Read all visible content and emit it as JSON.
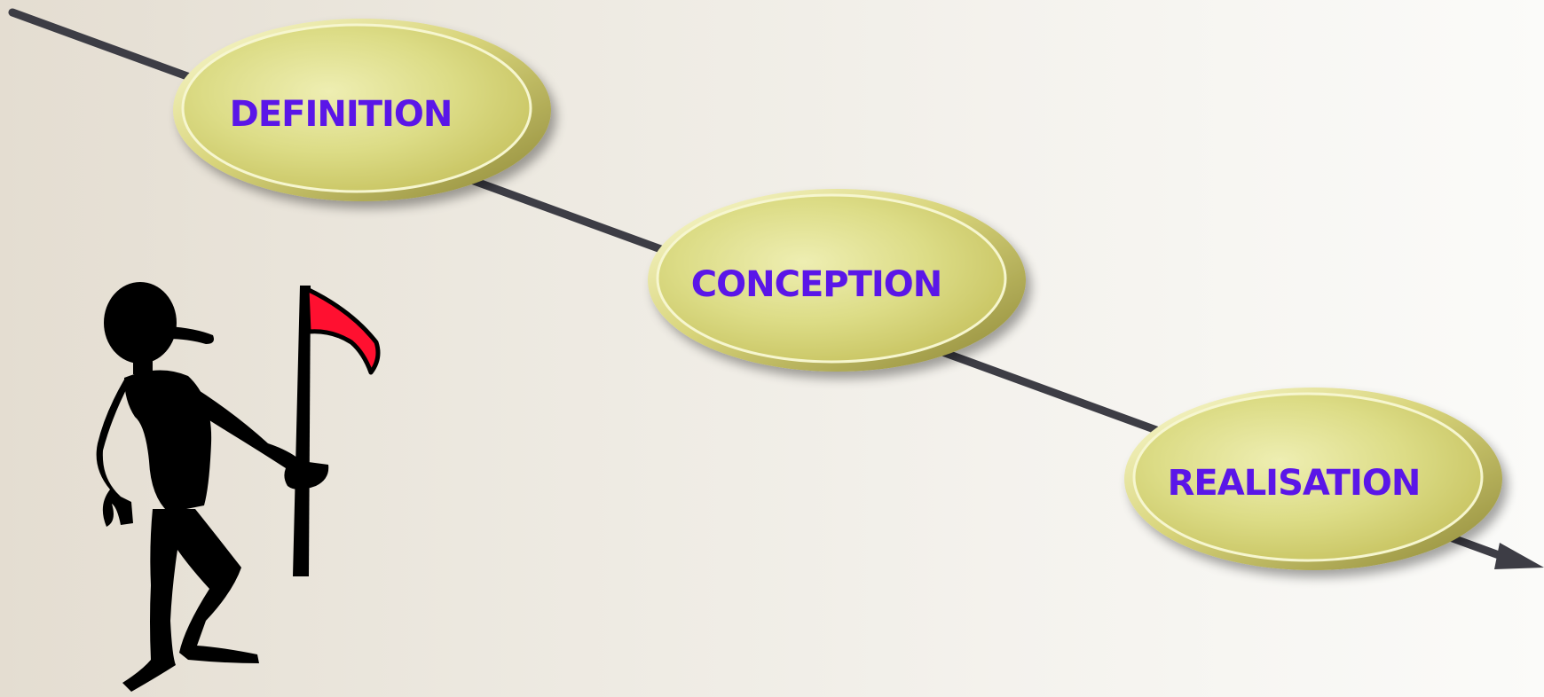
{
  "diagram": {
    "stages": [
      {
        "label": "DEFINITION"
      },
      {
        "label": "CONCEPTION"
      },
      {
        "label": "REALISATION"
      }
    ],
    "illustration": {
      "figure": "person-icon",
      "flag": "flag-icon"
    },
    "colors": {
      "arrow": "#3d3d45",
      "ellipse_fill": "#dcdc86",
      "ellipse_light": "#f4f4c4",
      "ellipse_dark": "#b9b34f",
      "ellipse_rim": "#9c9640",
      "label_text": "#5a14e8",
      "figure": "#000000",
      "flag": "#ff1030"
    }
  }
}
